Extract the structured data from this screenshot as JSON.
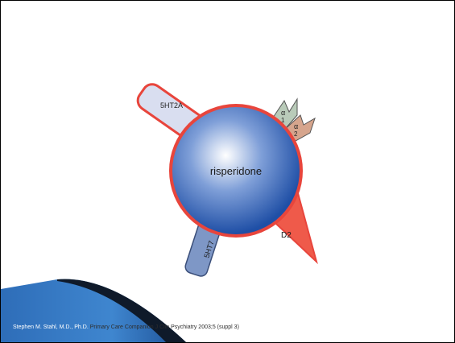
{
  "slide": {
    "molecule_label": "risperidone",
    "receptors": {
      "r5ht2a": "5HT2A",
      "alpha1": "α",
      "alpha1_num": "1",
      "alpha2": "α",
      "alpha2_num": "2",
      "d2": "D2",
      "r5ht7": "5HT7"
    },
    "citation_part1": "Stephen M. Stahl, M.D., Ph.D.",
    "citation_part2": " Primary Care Companion J Clin Psychiatry 2003;5 (suppl 3)"
  },
  "colors": {
    "sphere_outline": "#e8453c",
    "sphere_core": "#2c5fb5",
    "receptor_5ht2a_fill": "#d9def0",
    "alpha1_fill": "#b9cbb9",
    "alpha2_fill": "#d6a58d",
    "d2_fill": "#ef5a4a",
    "r5ht7_fill": "#7e97c6",
    "footer_blue": "#2e6db8"
  }
}
